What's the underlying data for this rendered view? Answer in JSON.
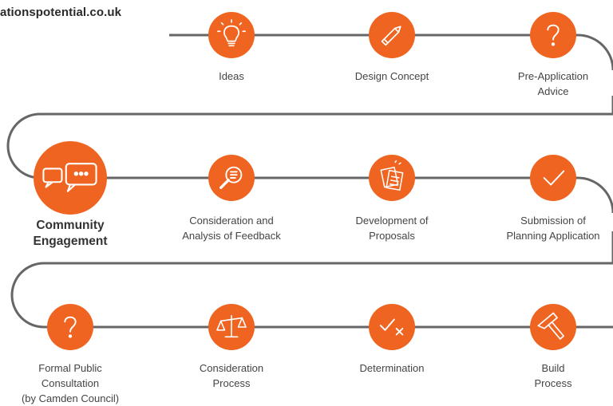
{
  "header": {
    "url": "ationspotential.co.uk"
  },
  "colors": {
    "accent": "#ef6420",
    "path": "#666666",
    "text": "#444444"
  },
  "steps": [
    {
      "icon": "lightbulb-icon",
      "lines": [
        "Ideas"
      ]
    },
    {
      "icon": "pencil-icon",
      "lines": [
        "Design Concept"
      ]
    },
    {
      "icon": "question-icon",
      "lines": [
        "Pre-Application",
        "Advice"
      ]
    },
    {
      "icon": "speech-bubbles-icon",
      "lines": [
        "Community",
        "Engagement"
      ]
    },
    {
      "icon": "magnifier-icon",
      "lines": [
        "Consideration and",
        "Analysis of Feedback"
      ]
    },
    {
      "icon": "documents-icon",
      "lines": [
        "Development of",
        "Proposals"
      ]
    },
    {
      "icon": "checkmark-icon",
      "lines": [
        "Submission of",
        "Planning Application"
      ]
    },
    {
      "icon": "question-icon",
      "lines": [
        "Formal Public",
        "Consultation",
        "(by Camden Council)"
      ]
    },
    {
      "icon": "scales-icon",
      "lines": [
        "Consideration",
        "Process"
      ]
    },
    {
      "icon": "check-cross-icon",
      "lines": [
        "Determination"
      ]
    },
    {
      "icon": "hammer-icon",
      "lines": [
        "Build",
        "Process"
      ]
    }
  ]
}
